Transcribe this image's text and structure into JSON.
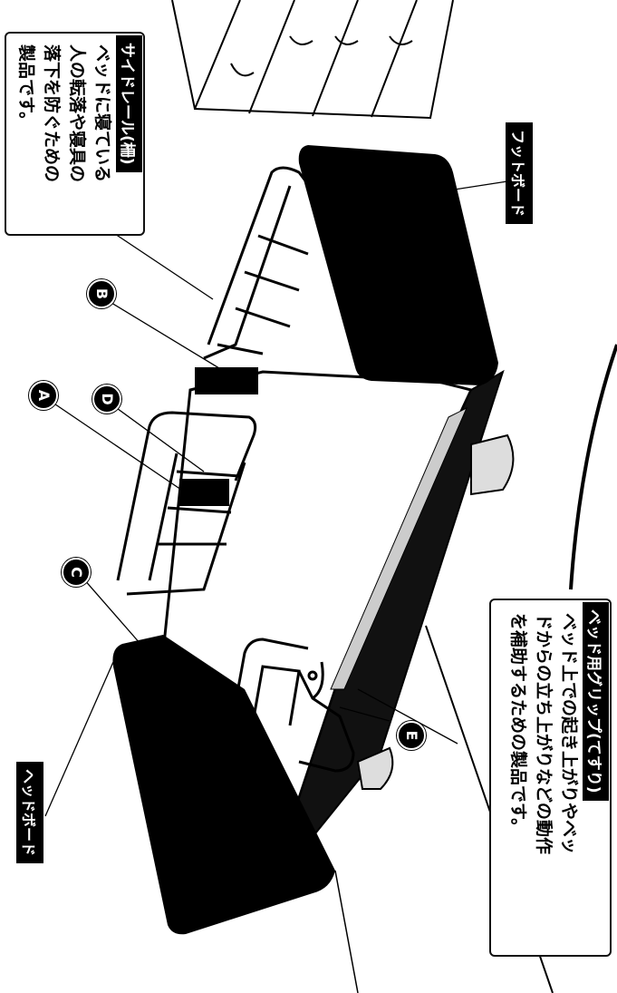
{
  "labels": {
    "side_rail_title": "サイドレール(柵)",
    "side_rail_desc_lines": [
      "ベッドに寝ている",
      "人の転落や寝具の",
      "落下を防ぐための",
      "製品です。"
    ],
    "bed_grip_title": "ベッド用グリップ(てすり)",
    "bed_grip_desc_lines": [
      "ベッド上での起き上がりやベッ",
      "ドからの立ち上がりなどの動作",
      "を補助するための製品です。"
    ],
    "foot_board": "フットボード",
    "head_board": "ヘッドボード"
  },
  "markers": [
    "A",
    "B",
    "C",
    "D",
    "E"
  ]
}
